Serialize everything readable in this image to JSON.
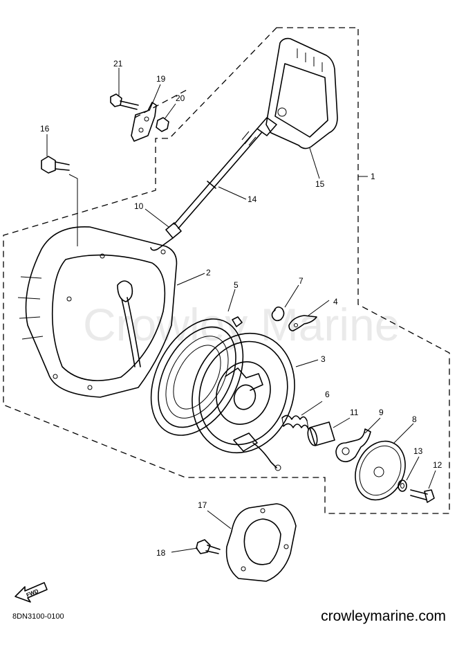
{
  "watermark": "Crowley Marine",
  "diagram_code": "8DN3100-0100",
  "site": "crowleymarine.com",
  "fwd_label": "FWD",
  "callouts": {
    "p1": "1",
    "p2": "2",
    "p3": "3",
    "p4": "4",
    "p5": "5",
    "p6": "6",
    "p7": "7",
    "p8": "8",
    "p9": "9",
    "p10": "10",
    "p11": "11",
    "p12": "12",
    "p13": "13",
    "p14": "14",
    "p15": "15",
    "p16": "16",
    "p17": "17",
    "p18": "18",
    "p19": "19",
    "p20": "20",
    "p21": "21"
  }
}
